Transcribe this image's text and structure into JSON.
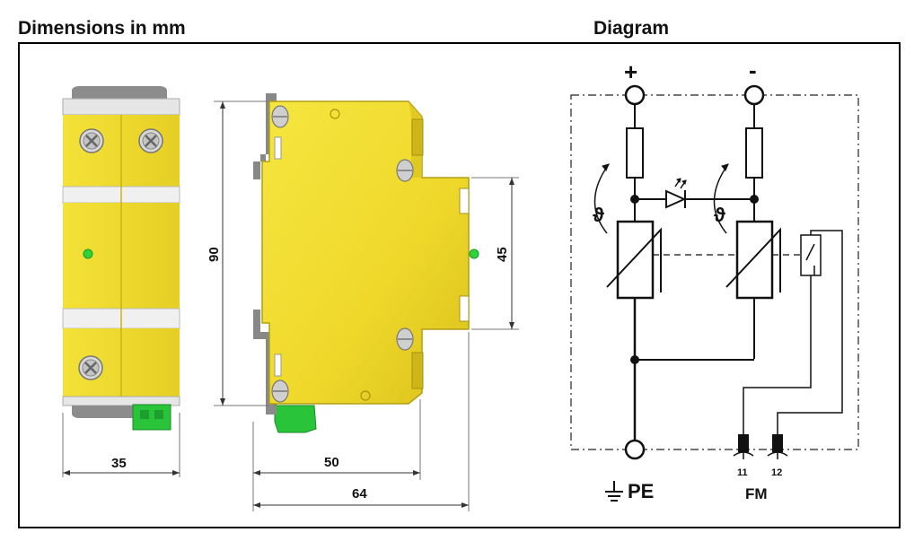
{
  "titles": {
    "dimensions": "Dimensions in mm",
    "diagram": "Diagram"
  },
  "dimensions": {
    "width_front": "35",
    "height": "90",
    "depth_body": "50",
    "depth_total": "64",
    "front_height": "45"
  },
  "schematic": {
    "plus": "+",
    "minus": "-",
    "theta_left": "ϑ",
    "theta_right": "ϑ",
    "pe_label": "PE",
    "terminal_11": "11",
    "terminal_12": "12",
    "fm_label": "FM"
  },
  "colors": {
    "housing": "#f2dd2c",
    "housing_dark": "#d8c21e",
    "led": "#2fd23a",
    "connector": "#29c43a"
  }
}
